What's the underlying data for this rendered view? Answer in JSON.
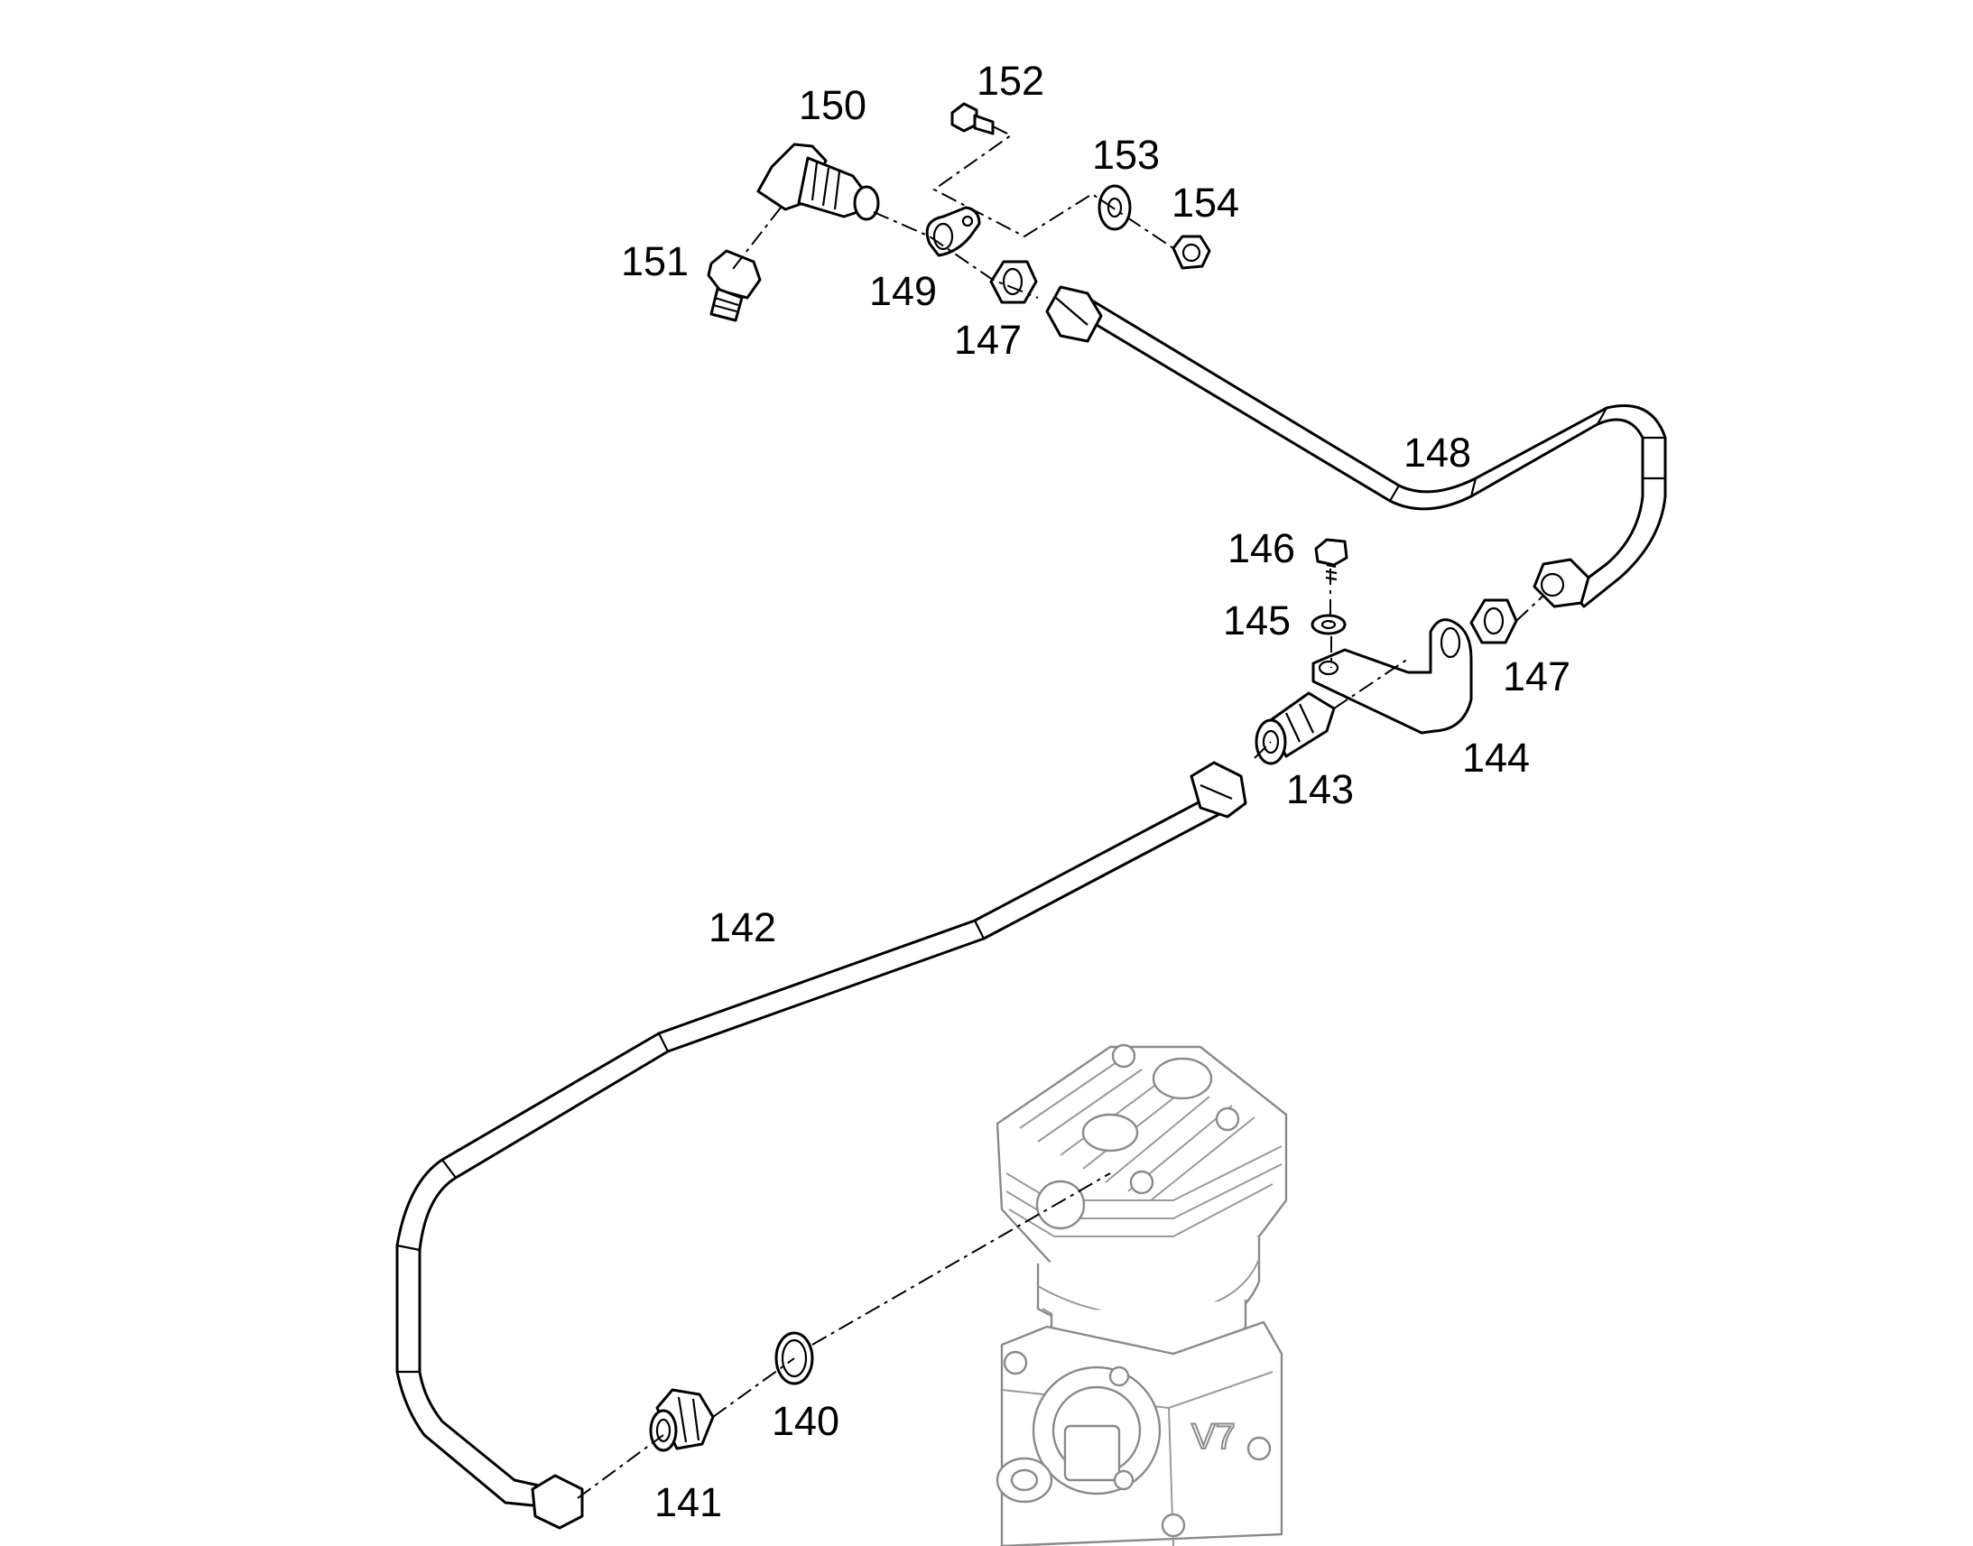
{
  "diagram": {
    "callouts": [
      {
        "id": "152",
        "label": "152"
      },
      {
        "id": "150",
        "label": "150"
      },
      {
        "id": "153",
        "label": "153"
      },
      {
        "id": "154",
        "label": "154"
      },
      {
        "id": "151",
        "label": "151"
      },
      {
        "id": "149",
        "label": "149"
      },
      {
        "id": "147a",
        "label": "147"
      },
      {
        "id": "148",
        "label": "148"
      },
      {
        "id": "146",
        "label": "146"
      },
      {
        "id": "145",
        "label": "145"
      },
      {
        "id": "147b",
        "label": "147"
      },
      {
        "id": "144",
        "label": "144"
      },
      {
        "id": "143",
        "label": "143"
      },
      {
        "id": "142",
        "label": "142"
      },
      {
        "id": "140",
        "label": "140"
      },
      {
        "id": "141",
        "label": "141"
      }
    ],
    "colors": {
      "line": "#000000",
      "compressor": "#8a8a8a",
      "background": "#ffffff"
    }
  }
}
